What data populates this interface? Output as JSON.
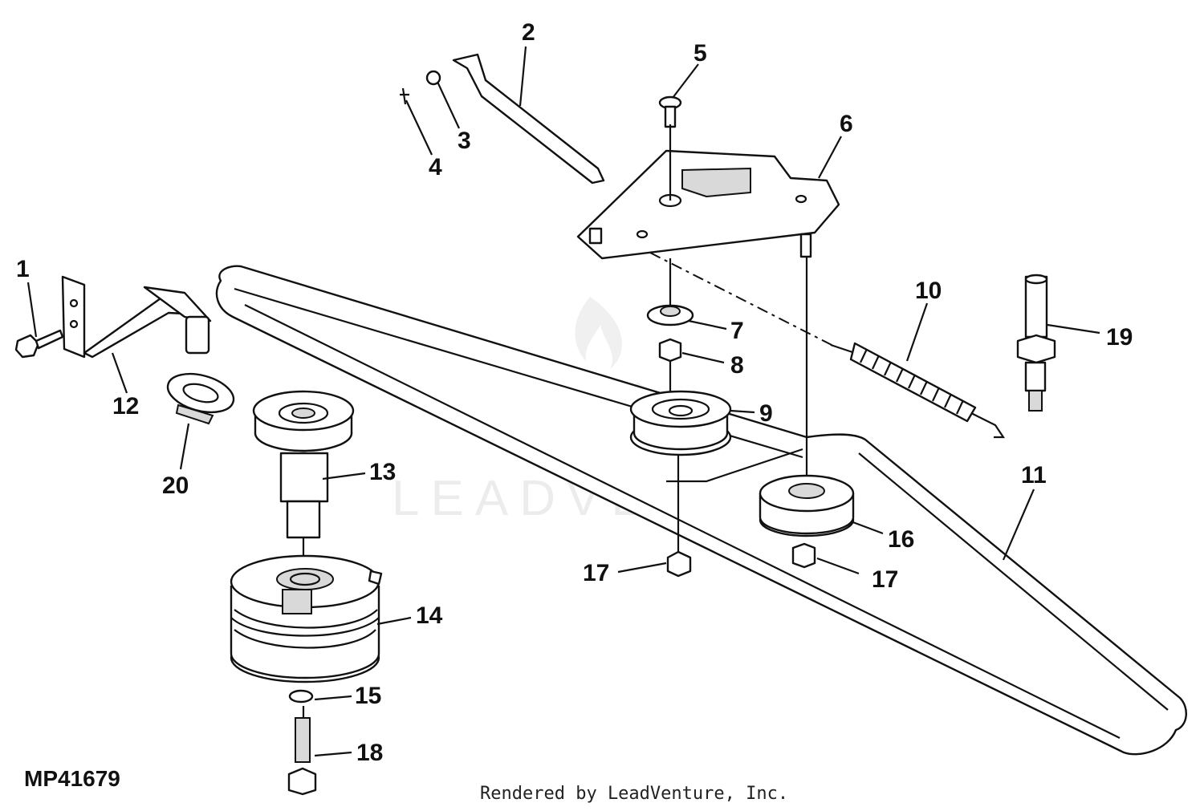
{
  "diagram_id": "MP41679",
  "credit": "Rendered by LeadVenture, Inc.",
  "watermark": "LEADVENTURE",
  "callouts": [
    {
      "id": "c1",
      "text": "1"
    },
    {
      "id": "c2",
      "text": "2"
    },
    {
      "id": "c3",
      "text": "3"
    },
    {
      "id": "c4",
      "text": "4"
    },
    {
      "id": "c5",
      "text": "5"
    },
    {
      "id": "c6",
      "text": "6"
    },
    {
      "id": "c7",
      "text": "7"
    },
    {
      "id": "c8",
      "text": "8"
    },
    {
      "id": "c9",
      "text": "9"
    },
    {
      "id": "c10",
      "text": "10"
    },
    {
      "id": "c11",
      "text": "11"
    },
    {
      "id": "c12",
      "text": "12"
    },
    {
      "id": "c13",
      "text": "13"
    },
    {
      "id": "c14",
      "text": "14"
    },
    {
      "id": "c15",
      "text": "15"
    },
    {
      "id": "c16",
      "text": "16"
    },
    {
      "id": "c17a",
      "text": "17"
    },
    {
      "id": "c17b",
      "text": "17"
    },
    {
      "id": "c18",
      "text": "18"
    },
    {
      "id": "c19",
      "text": "19"
    },
    {
      "id": "c20",
      "text": "20"
    }
  ]
}
